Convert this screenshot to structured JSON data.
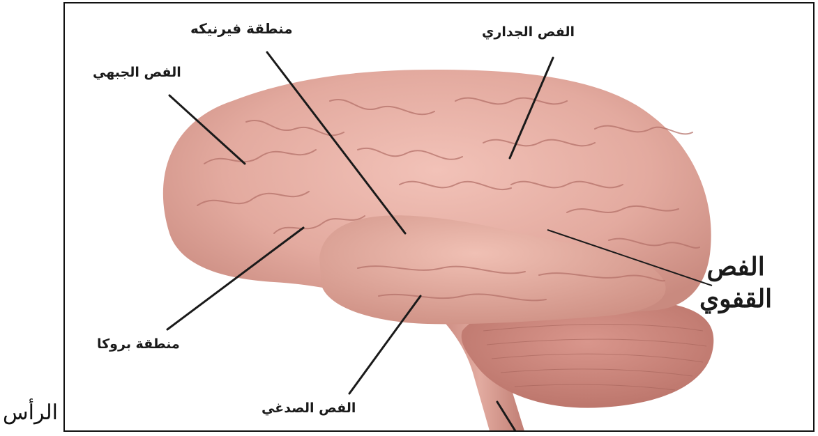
{
  "outside_label": "الرأس",
  "labels": {
    "wernicke": "منطقة فيرنيكه",
    "parietal": "الفص الجداري",
    "frontal": "الفص الجبهي",
    "occipital_line1": "الفص",
    "occipital_line2": "القفوي",
    "broca": "منطقة بروكا",
    "temporal": "الفص الصدغي"
  },
  "colors": {
    "brain_fill": "#dfa59a",
    "brain_dark": "#c98a7f",
    "cerebellum": "#c9857c",
    "line": "#1a1a1a"
  }
}
